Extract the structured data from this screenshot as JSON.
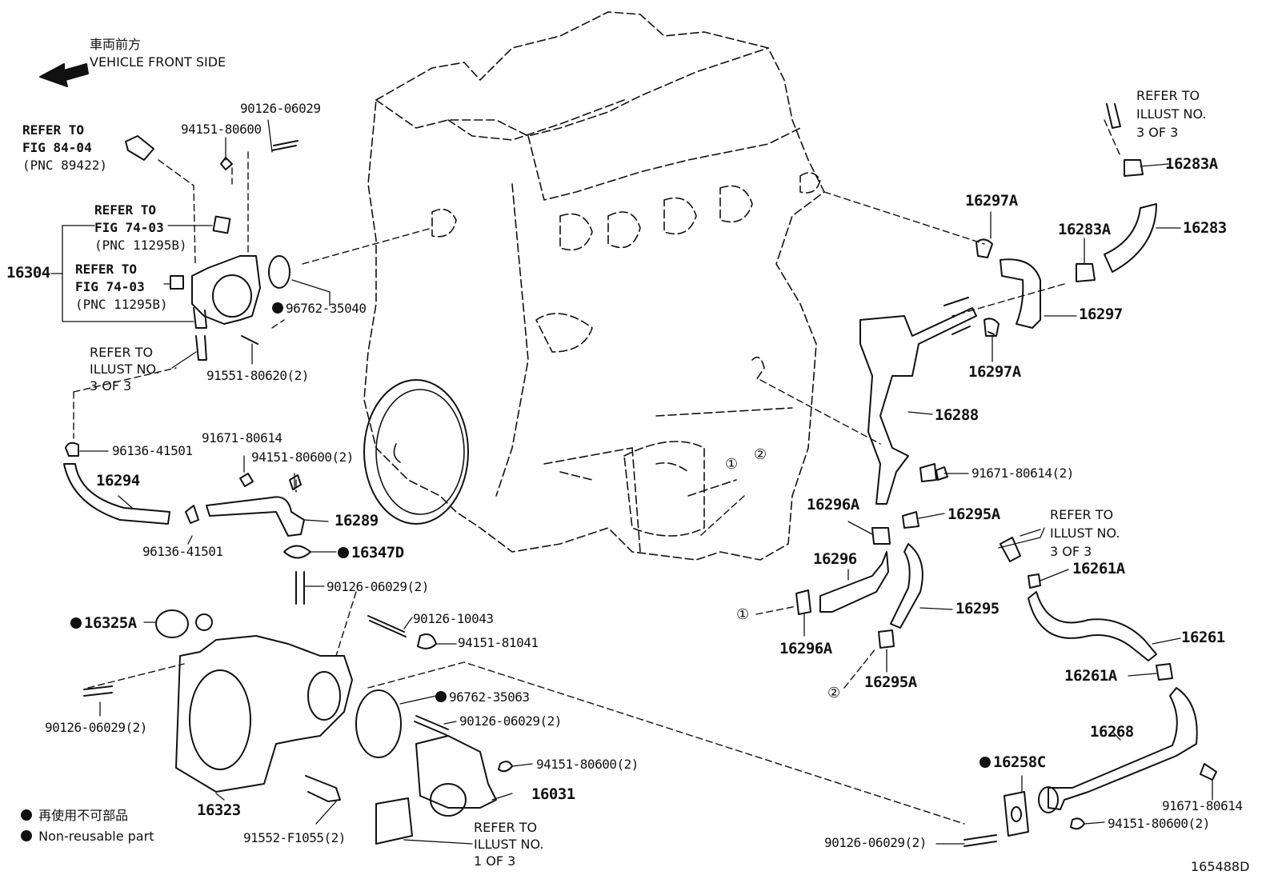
{
  "header": {
    "front_jp": "車両前方",
    "front_en": "VEHICLE FRONT SIDE"
  },
  "refs": {
    "fig8404": [
      "REFER TO",
      "FIG 84-04",
      "(PNC 89422)"
    ],
    "fig7403_a": [
      "REFER TO",
      "FIG 74-03",
      "(PNC 11295B)"
    ],
    "fig7403_b": [
      "REFER TO",
      "FIG 74-03",
      "(PNC 11295B)"
    ],
    "illust_left": [
      "REFER TO",
      "ILLUST NO.",
      "3 OF 3"
    ],
    "illust_topright": [
      "REFER TO",
      "ILLUST NO.",
      "3 OF 3"
    ],
    "illust_right": [
      "REFER TO",
      "ILLUST NO.",
      "3 OF 3"
    ],
    "illust_bottom": [
      "REFER TO",
      "ILLUST NO.",
      "1 OF 3"
    ]
  },
  "parts": {
    "p16304": "16304",
    "p90126_06029_a": "90126-06029",
    "p94151_80600_a": "94151-80600",
    "p96762_35040": "96762-35040",
    "p91551_80620": "91551-80620(2)",
    "p96136_41501_a": "96136-41501",
    "p91671_80614_a": "91671-80614",
    "p94151_80600_b": "94151-80600(2)",
    "p16294": "16294",
    "p16289": "16289",
    "p96136_41501_b": "96136-41501",
    "p16347D": "16347D",
    "p90126_06029_b": "90126-06029(2)",
    "p16325A": "16325A",
    "p90126_10043": "90126-10043",
    "p94151_81041": "94151-81041",
    "p90126_06029_c": "90126-06029(2)",
    "p16323": "16323",
    "p96762_35063": "96762-35063",
    "p90126_06029_d": "90126-06029(2)",
    "p94151_80600_c": "94151-80600(2)",
    "p16031": "16031",
    "p91552_F1055": "91552-F1055(2)",
    "p16297A_a": "16297A",
    "p16283A_a": "16283A",
    "p16283A_b": "16283A",
    "p16283": "16283",
    "p16297": "16297",
    "p16297A_b": "16297A",
    "p16288": "16288",
    "p91671_80614_b": "91671-80614(2)",
    "p16296A_a": "16296A",
    "p16295A_a": "16295A",
    "p16296": "16296",
    "p16295": "16295",
    "p16296A_b": "16296A",
    "p16295A_b": "16295A",
    "p16261A_a": "16261A",
    "p16261": "16261",
    "p16261A_b": "16261A",
    "p16268": "16268",
    "p16258C": "16258C",
    "p91671_80614_c": "91671-80614",
    "p94151_80600_d": "94151-80600(2)",
    "p90126_06029_e": "90126-06029(2)"
  },
  "callouts": {
    "c1": "①",
    "c2": "②"
  },
  "legend": {
    "jp": "再使用不可部品",
    "en": "Non-reusable part"
  },
  "figure_id": "165488D"
}
